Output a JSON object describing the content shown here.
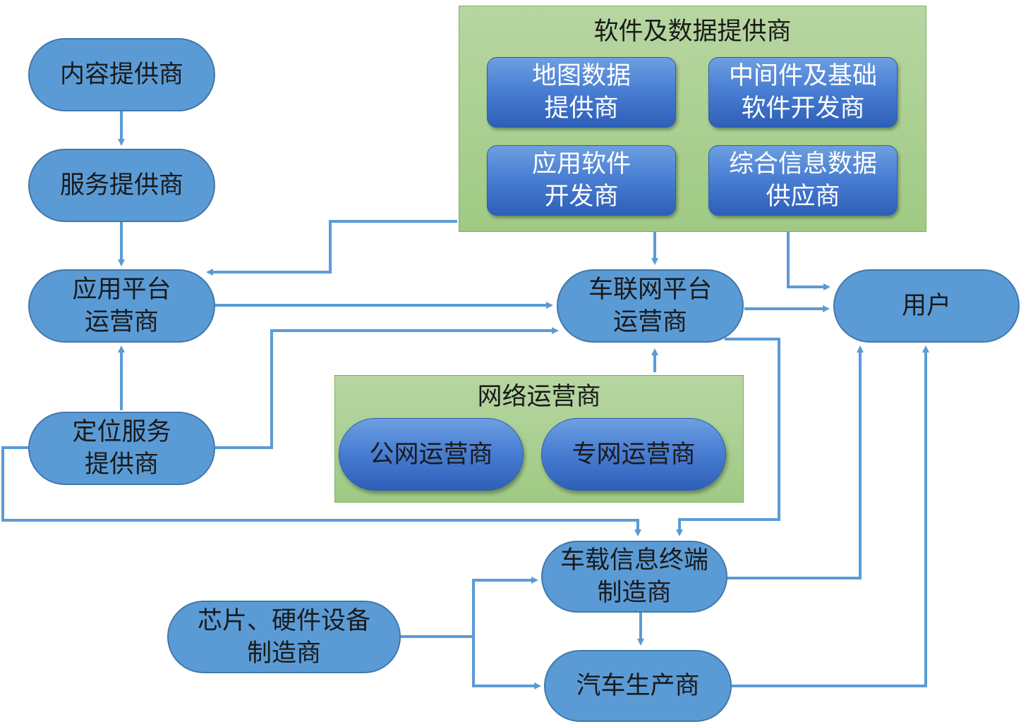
{
  "groups": {
    "software_data": "软件及数据提供商",
    "network": "网络运营商"
  },
  "nodes": {
    "content_provider": "内容提供商",
    "service_provider": "服务提供商",
    "app_platform_operator": "应用平台\n运营商",
    "positioning_provider": "定位服务\n提供商",
    "map_data_provider": "地图数据\n提供商",
    "middleware_developer": "中间件及基础\n软件开发商",
    "app_software_developer": "应用软件\n开发商",
    "info_data_supplier": "综合信息数据\n供应商",
    "iov_platform_operator": "车联网平台\n运营商",
    "user": "用户",
    "public_network_operator": "公网运营商",
    "private_network_operator": "专网运营商",
    "terminal_manufacturer": "车载信息终端\n制造商",
    "chip_hardware_manufacturer": "芯片、硬件设备\n制造商",
    "car_manufacturer": "汽车生产商"
  },
  "colors": {
    "node_fill": "#5b9bd5",
    "node_border": "#4178ab",
    "inner_fill": "#4a7fd4",
    "group_fill": "#a9cf90",
    "arrow": "#5b9bd5"
  }
}
